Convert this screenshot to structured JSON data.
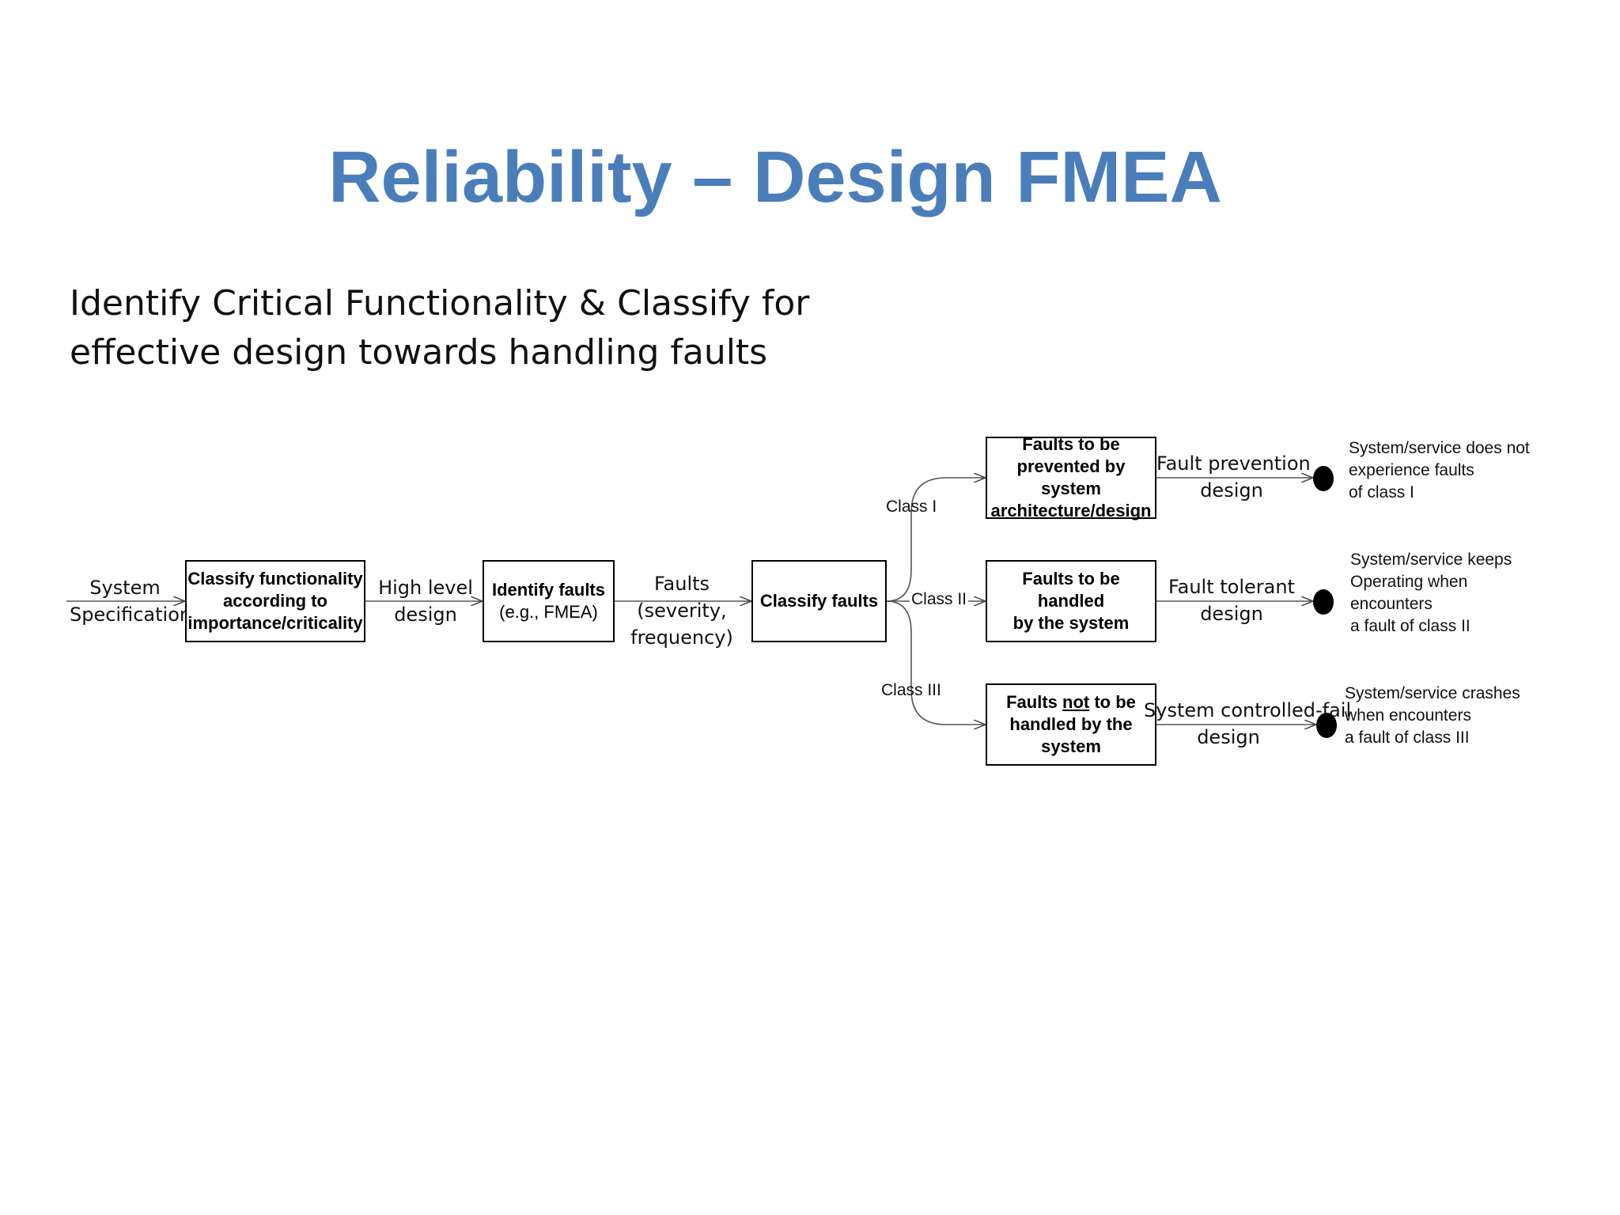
{
  "slide": {
    "title": "Reliability – Design FMEA",
    "subtitle_line1": "Identify Critical Functionality & Classify for",
    "subtitle_line2": "effective design towards handling faults"
  },
  "diagram": {
    "input": {
      "line1": "System",
      "line2": "Specification"
    },
    "box_classify_functionality": {
      "line1": "Classify functionality",
      "line2": "according to",
      "line3": "importance/criticality"
    },
    "edge_high_level": {
      "line1": "High level",
      "line2": "design"
    },
    "box_identify_faults": {
      "line1": "Identify faults",
      "line2": "(e.g., FMEA)"
    },
    "edge_faults": {
      "line1": "Faults",
      "line2": "(severity,",
      "line3": "frequency)"
    },
    "box_classify_faults": {
      "line1": "Classify faults"
    },
    "class_labels": {
      "class1": "Class I",
      "class2": "Class II",
      "class3": "Class III"
    },
    "box_class1": {
      "line1": "Faults to be",
      "line2": "prevented by system",
      "line3": "architecture/design"
    },
    "box_class2": {
      "line1": "Faults to be handled",
      "line2": "by  the system"
    },
    "box_class3": {
      "line1_pre": "Faults ",
      "line1_u": "not",
      "line1_post": " to be",
      "line2": "handled by  the",
      "line3": "system"
    },
    "edge_class1": {
      "line1": "Fault prevention",
      "line2": "design"
    },
    "edge_class2": {
      "line1": "Fault tolerant",
      "line2": "design"
    },
    "edge_class3": {
      "line1": "System controlled-fail",
      "line2": "design"
    },
    "outcome1": {
      "line1": "System/service does not",
      "line2": "experience faults",
      "line3": "of class I"
    },
    "outcome2": {
      "line1": "System/service keeps",
      "line2": "Operating when",
      "line3": "encounters",
      "line4": "a fault of class II"
    },
    "outcome3": {
      "line1": "System/service crashes",
      "line2": "when encounters",
      "line3": "a fault of class III"
    }
  }
}
